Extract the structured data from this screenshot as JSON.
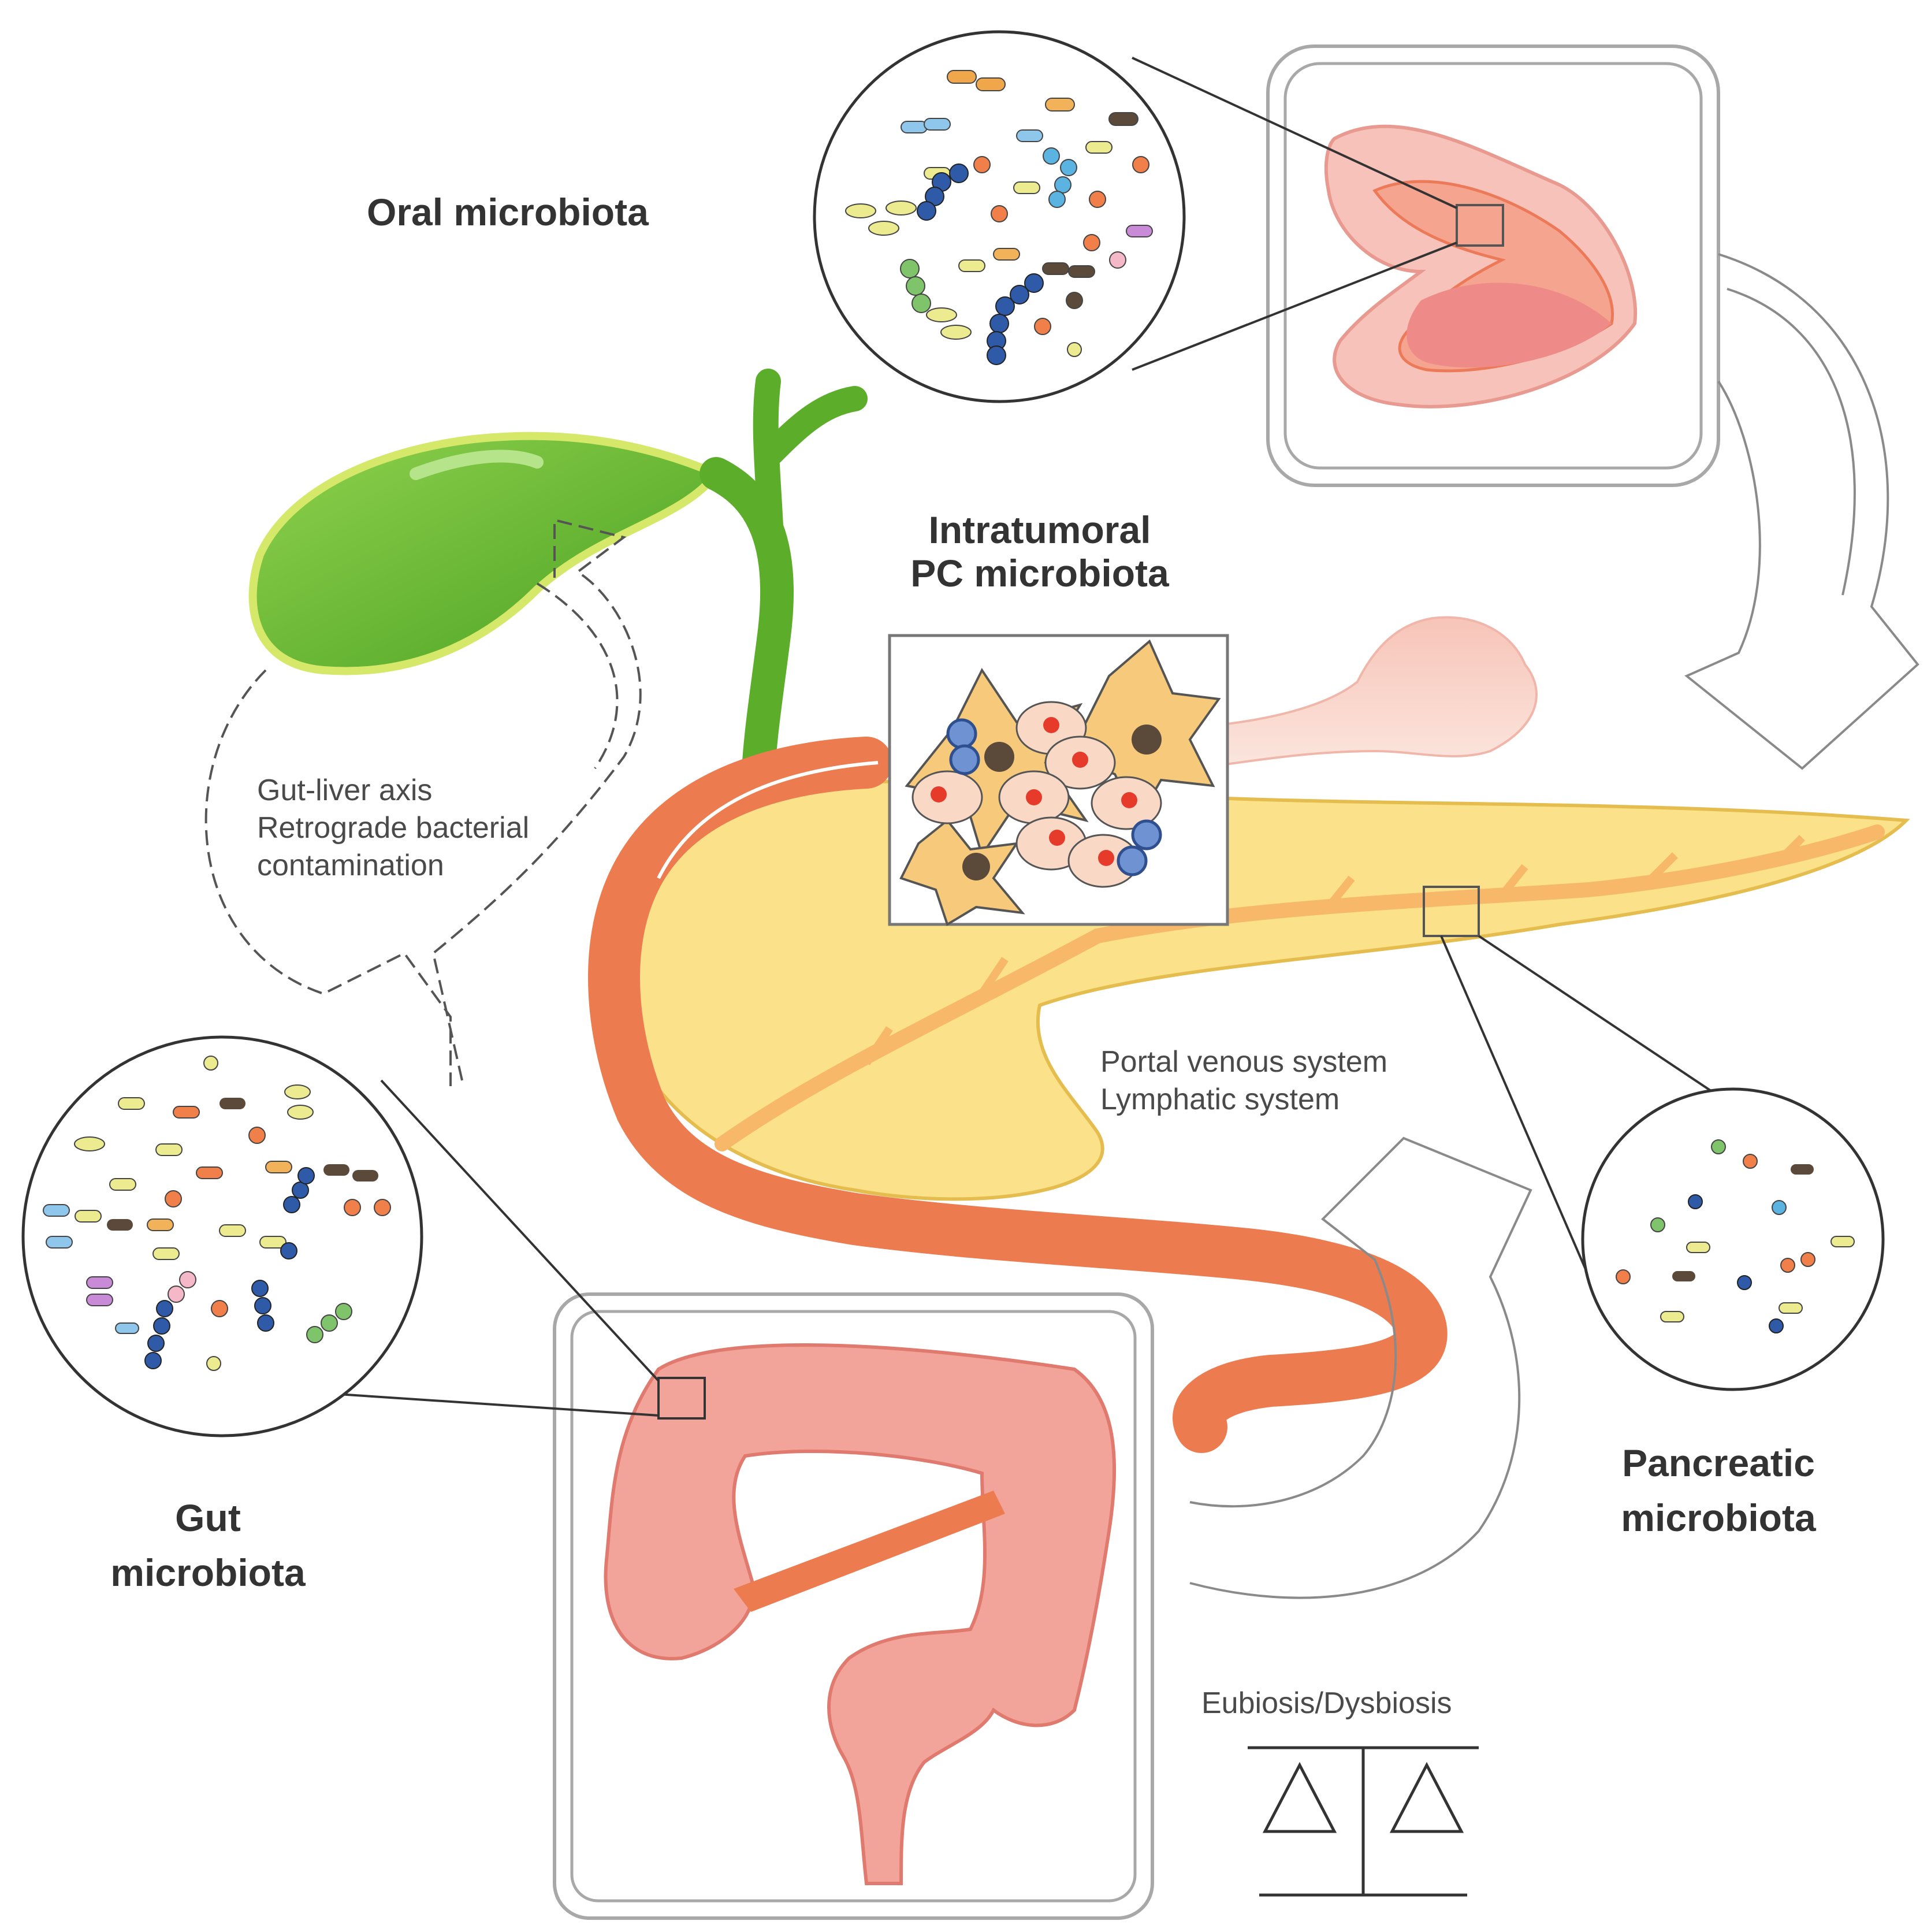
{
  "labels": {
    "oral": "Oral microbiota",
    "intratumoral_line1": "Intratumoral",
    "intratumoral_line2": "PC microbiota",
    "gut_liver_line1": "Gut-liver axis",
    "gut_liver_line2": "Retrograde bacterial",
    "gut_liver_line3": "contamination",
    "portal_line1": "Portal venous system",
    "portal_line2": "Lymphatic system",
    "gut_line1": "Gut",
    "gut_line2": "microbiota",
    "pancreatic_line1": "Pancreatic",
    "pancreatic_line2": "microbiota",
    "balance": "Eubiosis/Dysbiosis"
  },
  "colors": {
    "gallbladder": "#7ac943",
    "gallbladder_dark": "#3f8f1f",
    "pancreas": "#fbe28a",
    "duodenum": "#ec7b4f",
    "colon": "#f2a49a",
    "mouth": "#f6b8b0",
    "tongue": "#ee8a88",
    "microbe_blue": "#2f5aa8",
    "microbe_orange": "#f07f4a",
    "microbe_yellow": "#eceb8f",
    "tumor_cell": "#f9d9c6",
    "tumor_nucleus": "#e63b2a",
    "stroma_cell": "#f7c97a"
  }
}
